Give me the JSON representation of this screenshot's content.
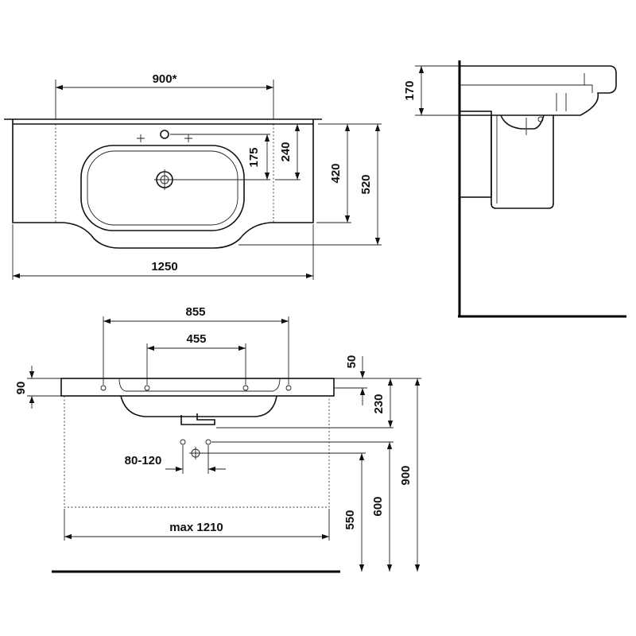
{
  "top_view": {
    "dim_900": "900*",
    "dim_175": "175",
    "dim_240": "240",
    "dim_420": "420",
    "dim_520": "520",
    "dim_1250": "1250"
  },
  "side_view": {
    "dim_170": "170"
  },
  "front_view": {
    "dim_855": "855",
    "dim_455": "455",
    "dim_50": "50",
    "dim_90": "90",
    "dim_230": "230",
    "dim_80_120": "80-120",
    "dim_550": "550",
    "dim_600": "600",
    "dim_900": "900",
    "dim_max_1210": "max 1210"
  }
}
